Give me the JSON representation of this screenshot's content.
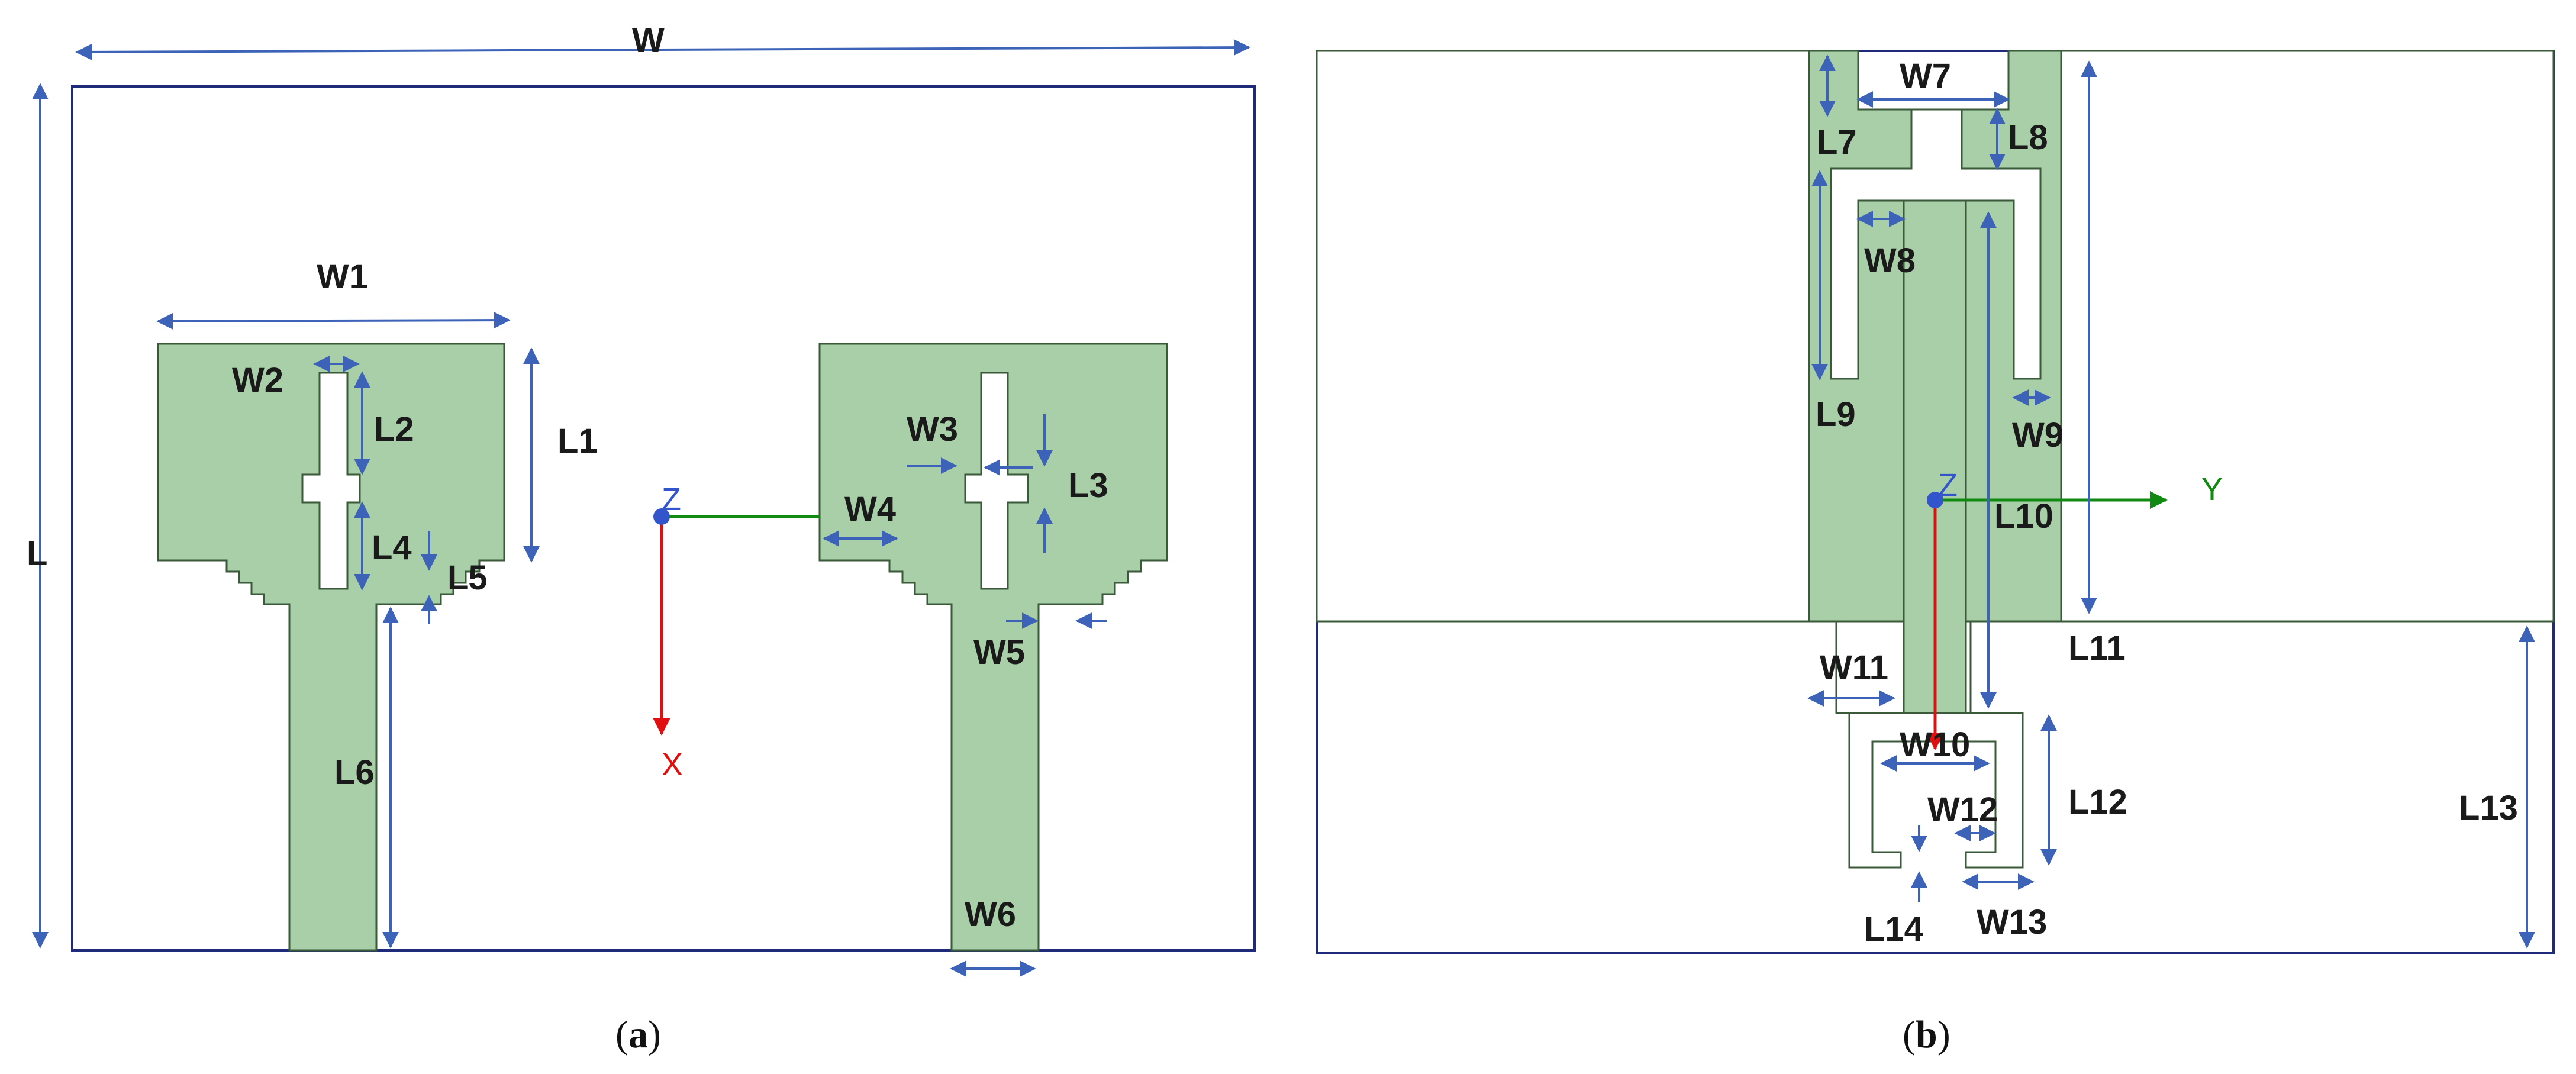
{
  "panel_a": {
    "caption_open": "(",
    "caption_letter": "a",
    "caption_close": ")",
    "labels": {
      "W": "W",
      "L": "L",
      "W1": "W1",
      "W2": "W2",
      "L1": "L1",
      "L2": "L2",
      "L4": "L4",
      "L5": "L5",
      "L6": "L6",
      "W3": "W3",
      "L3": "L3",
      "W4": "W4",
      "W5": "W5",
      "W6": "W6"
    },
    "axes": {
      "z": "Z",
      "x": "X"
    }
  },
  "panel_b": {
    "caption_open": "(",
    "caption_letter": "b",
    "caption_close": ")",
    "labels": {
      "W7": "W7",
      "L7": "L7",
      "L8": "L8",
      "W8": "W8",
      "L9": "L9",
      "W9": "W9",
      "L10": "L10",
      "L11": "L11",
      "W11": "W11",
      "W10": "W10",
      "W12": "W12",
      "L12": "L12",
      "L13": "L13",
      "L14": "L14",
      "W13": "W13"
    },
    "axes": {
      "z": "Z",
      "y": "Y"
    }
  },
  "colors": {
    "metal": "#a8cfa7",
    "dimension_arrow": "#3d63b8",
    "frame": "#1f2a7a",
    "x_axis": "#e01010",
    "y_axis": "#118a11",
    "origin": "#3355cc"
  }
}
